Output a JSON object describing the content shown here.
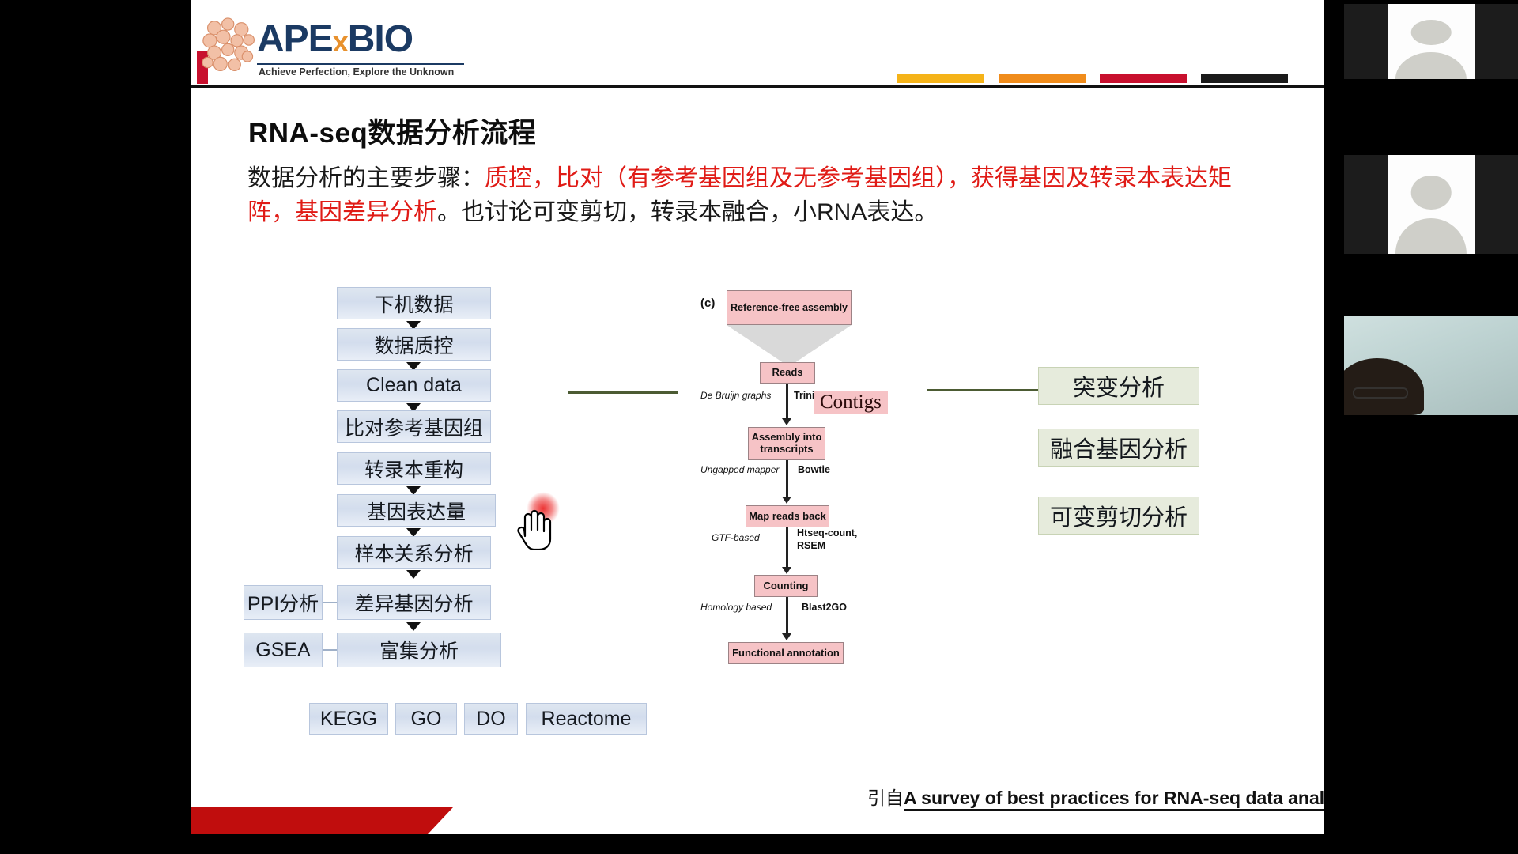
{
  "slide": {
    "title": "RNA-seq数据分析流程",
    "paragraph": {
      "seg1_black": "数据分析的主要步骤：",
      "seg2_red": "质控，比对（有参考基因组及无参考基因组），获得基因及转录本表达矩阵，基因差异分析",
      "seg3_black": "。也讨论可变剪切，转录本融合，小RNA表达。"
    },
    "logo": {
      "name_part1": "APE",
      "name_x": "x",
      "name_part2": "BIO",
      "tagline": "Achieve Perfection, Explore the Unknown"
    },
    "citation": {
      "prefix": "引自",
      "link": "A survey of best practices for RNA-seq data analysis"
    }
  },
  "left_flow": {
    "main_steps": [
      "下机数据",
      "数据质控",
      "Clean data",
      "比对参考基因组",
      "转录本重构",
      "基因表达量",
      "样本关系分析",
      "差异基因分析",
      "富集分析"
    ],
    "side_steps": [
      "PPI分析",
      "GSEA"
    ],
    "databases": [
      "KEGG",
      "GO",
      "DO",
      "Reactome"
    ]
  },
  "center_diagram": {
    "panel_label": "(c)",
    "header": "Reference-free assembly",
    "nodes": [
      "Reads",
      "Assembly into transcripts",
      "Map reads back",
      "Counting",
      "Functional annotation"
    ],
    "edge_methods": [
      {
        "italic": "De Bruijn graphs",
        "bold": "Trinity"
      },
      {
        "italic": "Ungapped mapper",
        "bold": "Bowtie"
      },
      {
        "italic": "GTF-based",
        "bold": "Htseq-count, RSEM"
      },
      {
        "italic": "Homology based",
        "bold": "Blast2GO"
      }
    ],
    "callout": "Contigs"
  },
  "right_outputs": [
    "突变分析",
    "融合基因分析",
    "可变剪切分析"
  ],
  "colors": {
    "brand_navy": "#1b3a63",
    "brand_orange": "#e8912d",
    "accent_red": "#c8102e",
    "text_red": "#e01b16",
    "box_blue": "#d3dded",
    "box_green": "#e6ebdc",
    "box_pink": "#f6c3c6",
    "connector_green": "#4c5b33"
  },
  "swatches": [
    "#f5b318",
    "#f08c1b",
    "#c8102e",
    "#1a1a1a"
  ]
}
